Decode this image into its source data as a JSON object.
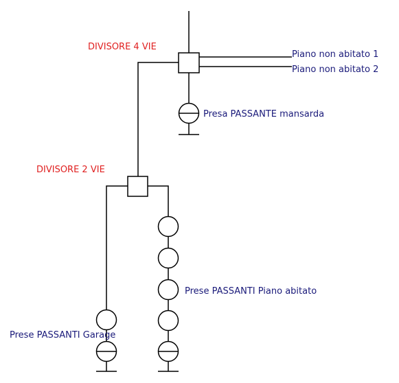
{
  "colors": {
    "splitter_label": "#e02020",
    "outlet_label": "#1a1a7a",
    "line": "#000000"
  },
  "splitters": {
    "four_way": {
      "label": "DIVISORE 4 VIE"
    },
    "two_way": {
      "label": "DIVISORE 2 VIE"
    }
  },
  "outputs": {
    "floor_1": "Piano non abitato 1",
    "floor_2": "Piano non abitato 2"
  },
  "outlets": {
    "attic": {
      "label": "Presa PASSANTE mansarda",
      "count": 1
    },
    "inhabited_floor": {
      "label": "Prese PASSANTI Piano abitato",
      "count": 5
    },
    "garage": {
      "label": "Prese PASSANTI Garage",
      "count": 2
    }
  }
}
